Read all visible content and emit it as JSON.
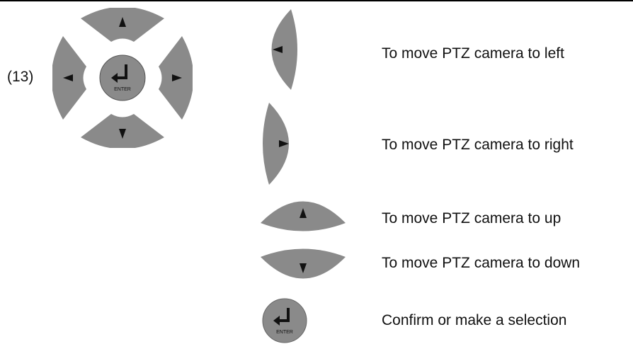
{
  "figure": {
    "label": "(13)",
    "dpad_enter_label": "ENTER"
  },
  "legend": {
    "left": "To move PTZ camera to left",
    "right": "To move PTZ camera to right",
    "up": "To move PTZ camera to up",
    "down": "To move PTZ camera to down",
    "enter": "Confirm or make a selection"
  },
  "colors": {
    "button_gray": "#8a8a8a",
    "glyph": "#111111",
    "rule": "#000000"
  },
  "icons": [
    "up-arrow-icon",
    "down-arrow-icon",
    "left-arrow-icon",
    "right-arrow-icon",
    "enter-return-icon"
  ]
}
